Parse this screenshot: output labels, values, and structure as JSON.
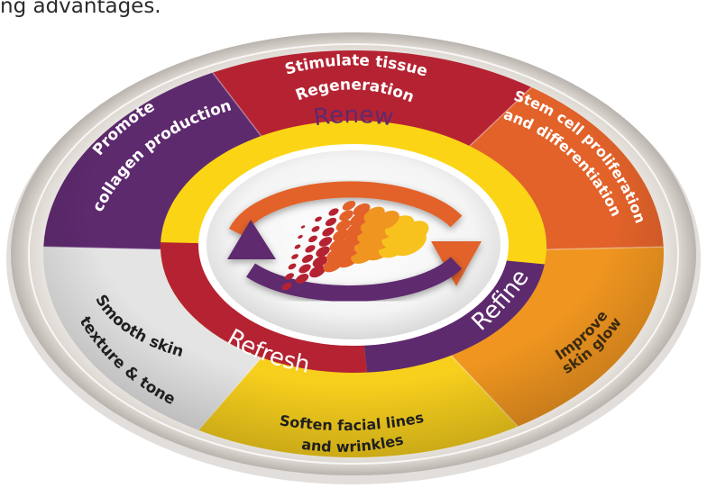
{
  "caption": "ng advantages.",
  "hub": {
    "renew": "Renew",
    "refine": "Refine",
    "refresh": "Refresh"
  },
  "segments": {
    "collagen": {
      "line1": "Promote",
      "line2": "collagen production",
      "color": "#5e2a6e"
    },
    "regeneration": {
      "line1": "Stimulate tissue",
      "line2": "Regeneration",
      "color": "#b52332"
    },
    "stemcell": {
      "line1": "Stem cell proliferation",
      "line2": "and differentiation",
      "color": "#e2622a"
    },
    "glow": {
      "line1": "Improve",
      "line2": "skin glow",
      "color": "#ef9520"
    },
    "wrinkles": {
      "line1": "Soften facial lines",
      "line2": "and wrinkles",
      "color": "#f7cf1d"
    },
    "texture": {
      "line1": "Smooth skin",
      "line2": "texture & tone",
      "color": "#e4e4e4"
    }
  },
  "colors": {
    "purple": "#5e2a6e",
    "red": "#b52332",
    "orange": "#e2622a",
    "amber": "#ef9520",
    "yellow": "#fbd515",
    "grey": "#e4e4e4"
  }
}
